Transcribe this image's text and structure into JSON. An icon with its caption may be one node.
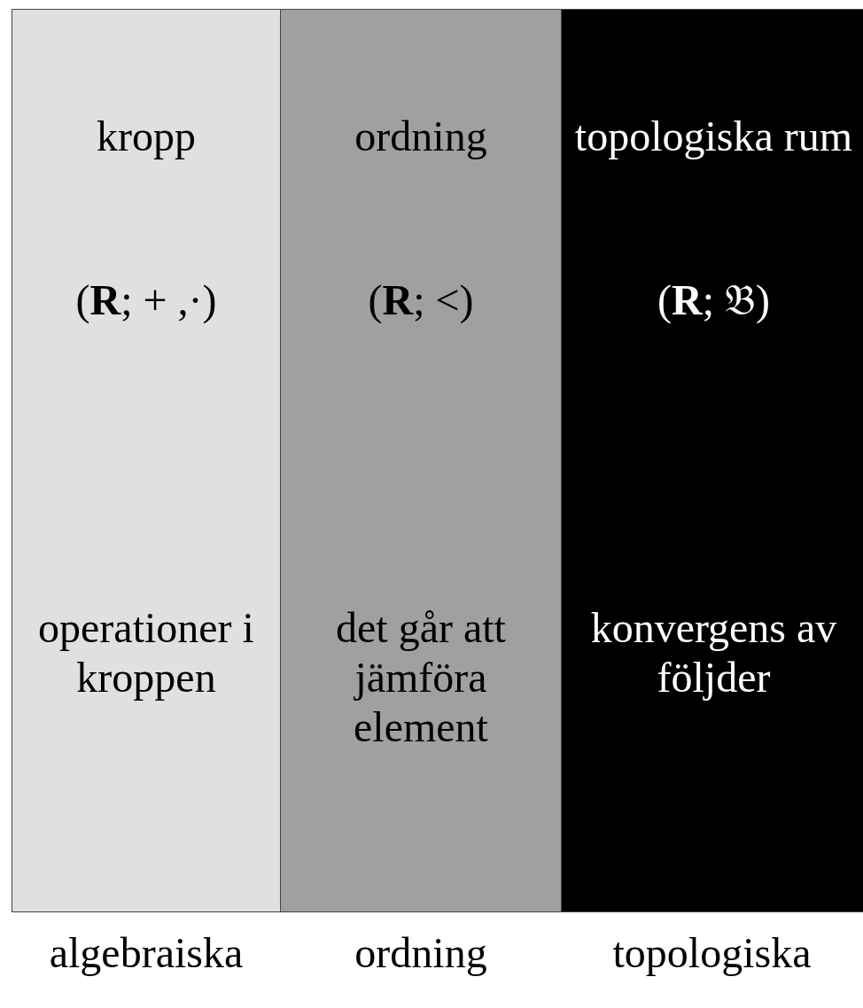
{
  "diagram": {
    "nodes": [
      {
        "text": [
          "kropp",
          "(**R**; + ,·)",
          "operationer i kroppen"
        ]
      },
      {
        "text": [
          "ordning",
          "(**R**; <)",
          "det går att jämföra element"
        ]
      },
      {
        "text": [
          "topologiska rum",
          "(**R**; 𝔅)",
          "konvergens av följder"
        ]
      }
    ],
    "labels": [
      "algebraiska",
      "ordning",
      "topologiska"
    ]
  }
}
